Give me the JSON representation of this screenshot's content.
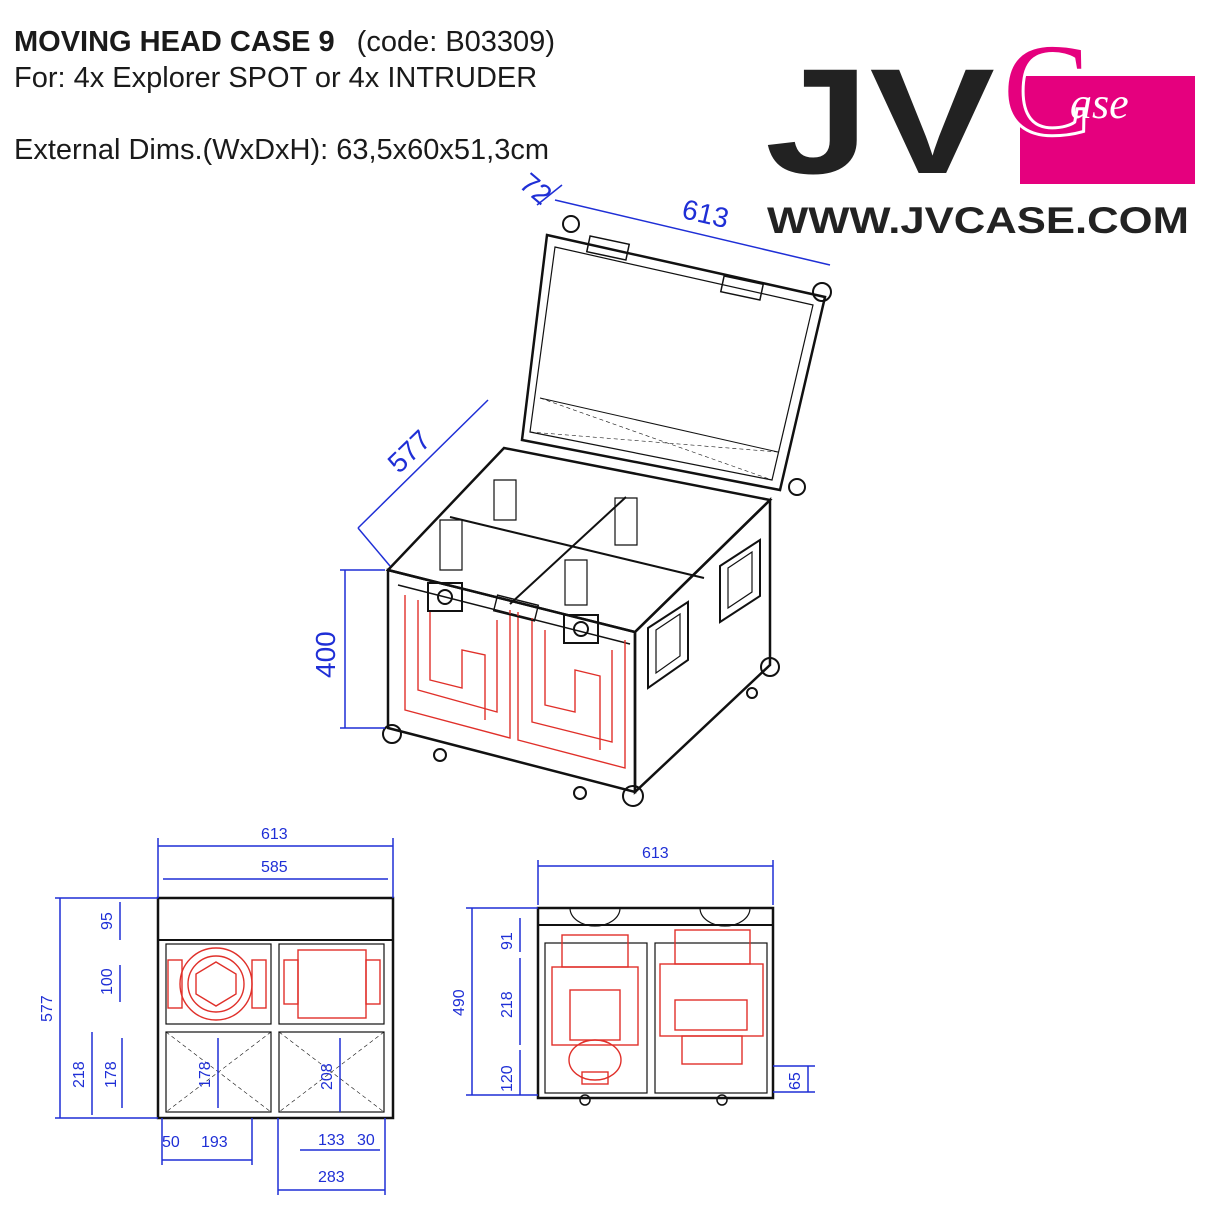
{
  "header": {
    "title": "MOVING HEAD CASE 9",
    "code": "(code: B03309)",
    "for_line": "For: 4x Explorer SPOT or 4x INTRUDER",
    "dims_line": "External Dims.(WxDxH): 63,5x60x51,3cm"
  },
  "logo": {
    "letters": "JV",
    "badge_letter": "C",
    "badge_text": "ase",
    "website": "WWW.JVCASE.COM",
    "badge_color": "#e5007e",
    "text_color": "#222222"
  },
  "iso_view": {
    "dim_lid_depth": "72",
    "dim_width": "613",
    "dim_depth": "577",
    "dim_height": "400"
  },
  "top_view": {
    "dim_outer_width": "613",
    "dim_inner_width": "585",
    "dim_lid_compartment": "95",
    "dim_cutout": "100",
    "dim_total_depth": "577",
    "dim_lower_compartment": "218",
    "dim_lower_inner_a": "178",
    "dim_lower_inner_b": "178",
    "dim_lower_inner_c": "208",
    "dim_left_gap": "50",
    "dim_left_cell": "193",
    "dim_right_cell": "133",
    "dim_right_gap": "30",
    "dim_right_total": "283"
  },
  "side_view": {
    "dim_width": "613",
    "dim_height": "490",
    "dim_top": "91",
    "dim_middle": "218",
    "dim_bottom": "120",
    "dim_foot": "65"
  },
  "colors": {
    "dimension": "#1f2fd6",
    "fixture": "#e0302a",
    "outline": "#111111"
  }
}
